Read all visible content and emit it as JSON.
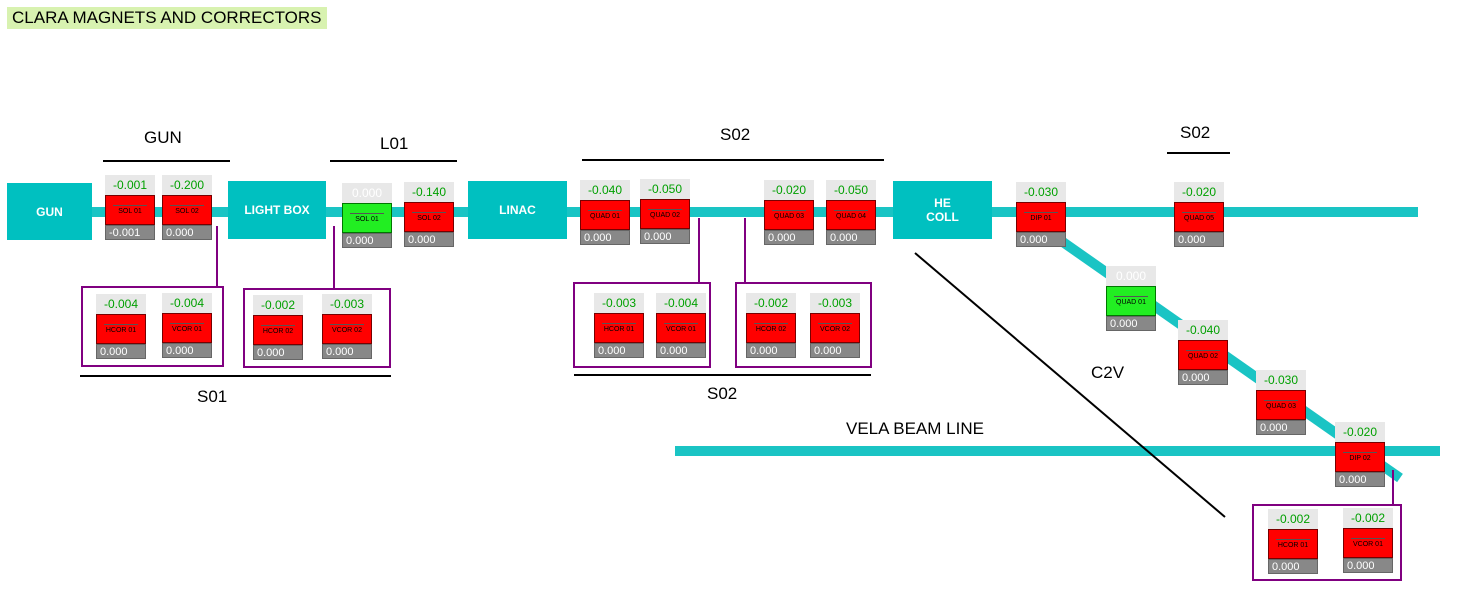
{
  "title": "CLARA MAGNETS AND CORRECTORS",
  "blocks": {
    "gun": "GUN",
    "light_box": "LIGHT BOX",
    "linac": "LINAC",
    "he_coll": "HE\nCOLL"
  },
  "sections": {
    "gun": "GUN",
    "l01": "L01",
    "s02_top": "S02",
    "s02_right": "S02",
    "s01": "S01",
    "s02_bottom": "S02",
    "c2v": "C2V",
    "vela": "VELA BEAM LINE"
  },
  "magnets": {
    "sol01": {
      "set": "-0.001",
      "name": "SOL 01",
      "read": "-0.001"
    },
    "sol02": {
      "set": "-0.200",
      "name": "SOL 02",
      "read": "0.000"
    },
    "l01_sol01": {
      "set": "0.000",
      "name": "SOL 01",
      "read": "0.000"
    },
    "l01_sol02": {
      "set": "-0.140",
      "name": "SOL 02",
      "read": "0.000"
    },
    "quad01": {
      "set": "-0.040",
      "name": "QUAD 01",
      "read": "0.000"
    },
    "quad02": {
      "set": "-0.050",
      "name": "QUAD 02",
      "read": "0.000"
    },
    "quad03": {
      "set": "-0.020",
      "name": "QUAD 03",
      "read": "0.000"
    },
    "quad04": {
      "set": "-0.050",
      "name": "QUAD 04",
      "read": "0.000"
    },
    "dip01": {
      "set": "-0.030",
      "name": "DIP 01",
      "read": "0.000"
    },
    "quad05": {
      "set": "-0.020",
      "name": "QUAD 05",
      "read": "0.000"
    },
    "c2v_quad01": {
      "set": "0.000",
      "name": "QUAD 01",
      "read": "0.000"
    },
    "c2v_quad02": {
      "set": "-0.040",
      "name": "QUAD 02",
      "read": "0.000"
    },
    "c2v_quad03": {
      "set": "-0.030",
      "name": "QUAD 03",
      "read": "0.000"
    },
    "dip02": {
      "set": "-0.020",
      "name": "DIP 02",
      "read": "0.000"
    },
    "s01_hcor01": {
      "set": "-0.004",
      "name": "HCOR 01",
      "read": "0.000"
    },
    "s01_vcor01": {
      "set": "-0.004",
      "name": "VCOR 01",
      "read": "0.000"
    },
    "s01_hcor02": {
      "set": "-0.002",
      "name": "HCOR 02",
      "read": "0.000"
    },
    "s01_vcor02": {
      "set": "-0.003",
      "name": "VCOR 02",
      "read": "0.000"
    },
    "s02_hcor01": {
      "set": "-0.003",
      "name": "HCOR 01",
      "read": "0.000"
    },
    "s02_vcor01": {
      "set": "-0.004",
      "name": "VCOR 01",
      "read": "0.000"
    },
    "s02_hcor02": {
      "set": "-0.002",
      "name": "HCOR 02",
      "read": "0.000"
    },
    "s02_vcor02": {
      "set": "-0.003",
      "name": "VCOR 02",
      "read": "0.000"
    },
    "c2v_hcor01": {
      "set": "-0.002",
      "name": "HCOR 01",
      "read": "0.000"
    },
    "c2v_vcor01": {
      "set": "-0.002",
      "name": "VCOR 01",
      "read": "0.000"
    }
  },
  "colors": {
    "beam": "#1ac4c4",
    "magnet_off": "#ff0000",
    "magnet_on": "#22ee22",
    "setpoint_text": "#00a000",
    "corrector_box": "#800080"
  }
}
